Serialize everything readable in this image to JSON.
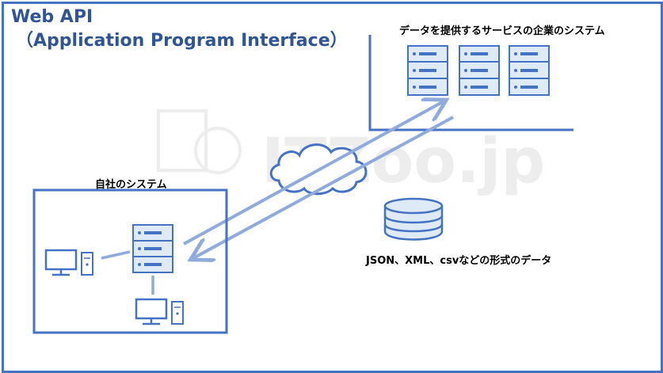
{
  "title": {
    "line1": "Web API",
    "line2": "（Application Program Interface）"
  },
  "provider_label": "データを提供するサービスの企業のシステム",
  "own_label": "自社のシステム",
  "data_label": "JSON、XML、csvなどの形式のデータ",
  "watermark": "ITZoo.jp",
  "colors": {
    "frame": "#4472C4",
    "title": "#2F5597",
    "server_fill": "#DEEBF7",
    "arrow": "#8FAADC",
    "line": "#4472C4"
  }
}
